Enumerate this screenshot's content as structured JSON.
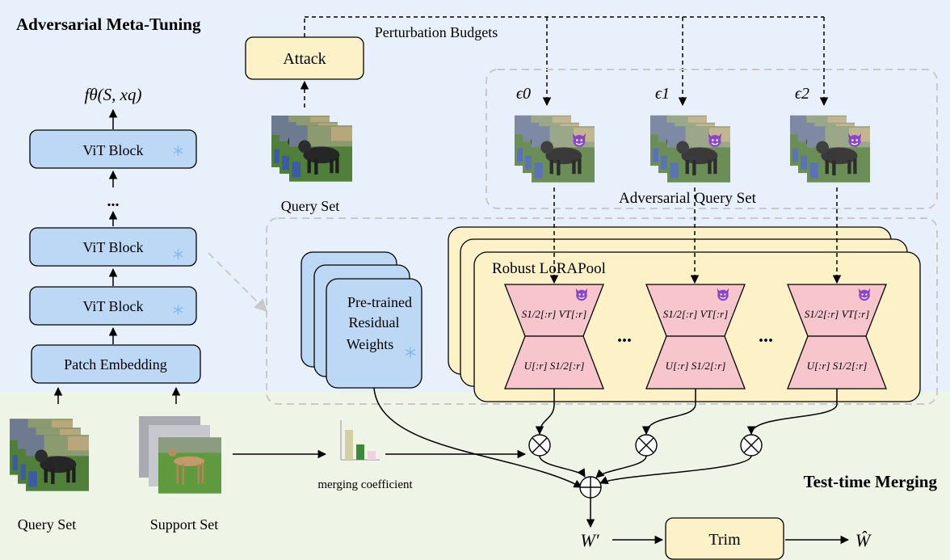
{
  "titles": {
    "meta_tuning": "Adversarial Meta-Tuning",
    "test_time": "Test-time Merging"
  },
  "backbone": {
    "output_formula": "fθ(S, xq)",
    "ellipsis": "...",
    "blocks": [
      "ViT Block",
      "ViT Block",
      "ViT Block"
    ],
    "patch_embedding": "Patch Embedding"
  },
  "attack": {
    "label": "Attack",
    "budgets_label": "Perturbation Budgets",
    "query_set_label": "Query Set"
  },
  "adversarial": {
    "epsilons": [
      "ϵ0",
      "ϵ1",
      "ϵ2"
    ],
    "set_label": "Adversarial Query Set"
  },
  "lorapool": {
    "title": "Robust LoRAPool",
    "top_formula": "S1/2[:r] VT[:r]",
    "bottom_formula": "U[:r] S1/2[:r]",
    "ellipsis": "..."
  },
  "pretrained": {
    "lines": [
      "Pre-trained",
      "Residual",
      "Weights"
    ]
  },
  "merging": {
    "coefficient_label": "merging coefficient",
    "w_prime": "W′",
    "trim_label": "Trim",
    "w_hat": "Ŵ"
  },
  "inputs": {
    "query_label": "Query Set",
    "support_label": "Support Set"
  },
  "colors": {
    "top_bg": "#e8f1fb",
    "bottom_bg": "#eef4e6",
    "block_fill": "#bcd8f5",
    "cream": "#fdf1c7",
    "pink": "#f6c6cc"
  }
}
